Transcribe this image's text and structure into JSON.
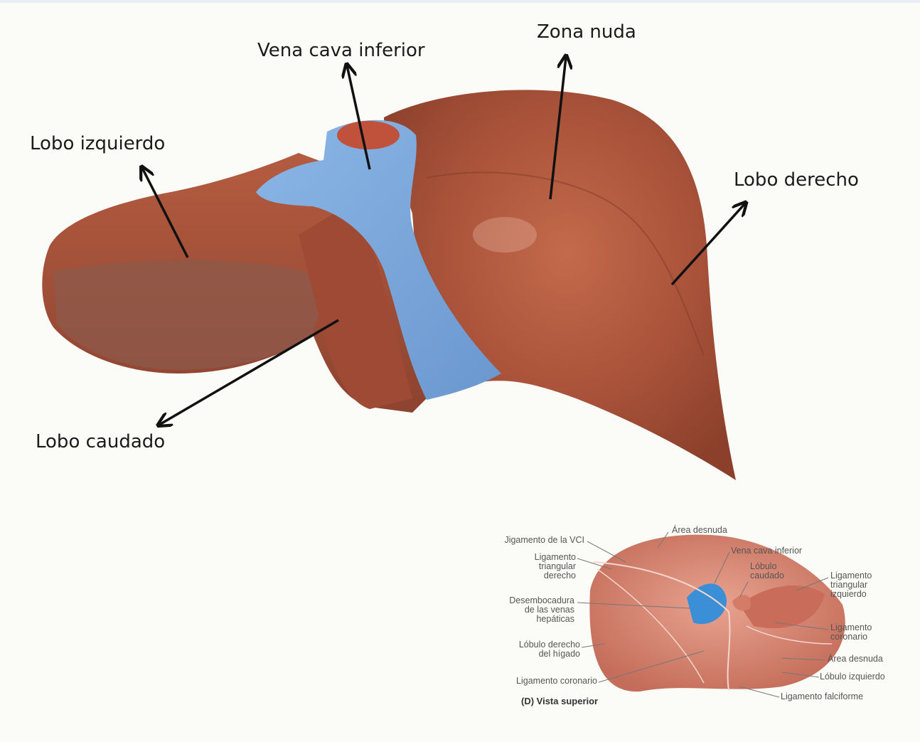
{
  "main_labels": {
    "vena_cava": "Vena cava inferior",
    "zona_nuda": "Zona nuda",
    "lobo_izquierdo": "Lobo izquierdo",
    "lobo_derecho": "Lobo derecho",
    "lobo_caudado": "Lobo caudado"
  },
  "inset": {
    "caption": "(D) Vista superior",
    "left_labels": {
      "ligamento_vci": "Jigamento de la VCI",
      "lig_triangular_derecho": [
        "Ligamento",
        "triangular",
        "derecho"
      ],
      "desembocadura": [
        "Desembocadura",
        "de las venas",
        "hepáticas"
      ],
      "lobulo_derecho": [
        "Lóbulo derecho",
        "del hígado"
      ],
      "lig_coronario": "Ligamento coronario"
    },
    "right_labels": {
      "area_desnuda_top": "Área desnuda",
      "vena_cava": "Vena cava inferior",
      "lobulo_caudado": [
        "Lóbulo",
        "caudado"
      ],
      "lig_triangular_izq": [
        "Ligamento",
        "triangular",
        "izquierdo"
      ],
      "lig_coronario": [
        "Ligamento",
        "coronario"
      ],
      "area_desnuda": "Área desnuda",
      "lobulo_izquierdo": "Lóbulo izquierdo",
      "lig_falciforme": "Ligamento falciforme"
    }
  },
  "colors": {
    "liver": "#a9533a",
    "liver_dark": "#8a3f2b",
    "vena_cava_blue": "#7ea9dc",
    "vena_lumen": "#c0513b",
    "inset_liver": "#d98a78",
    "inset_blue": "#3b8fd6"
  }
}
